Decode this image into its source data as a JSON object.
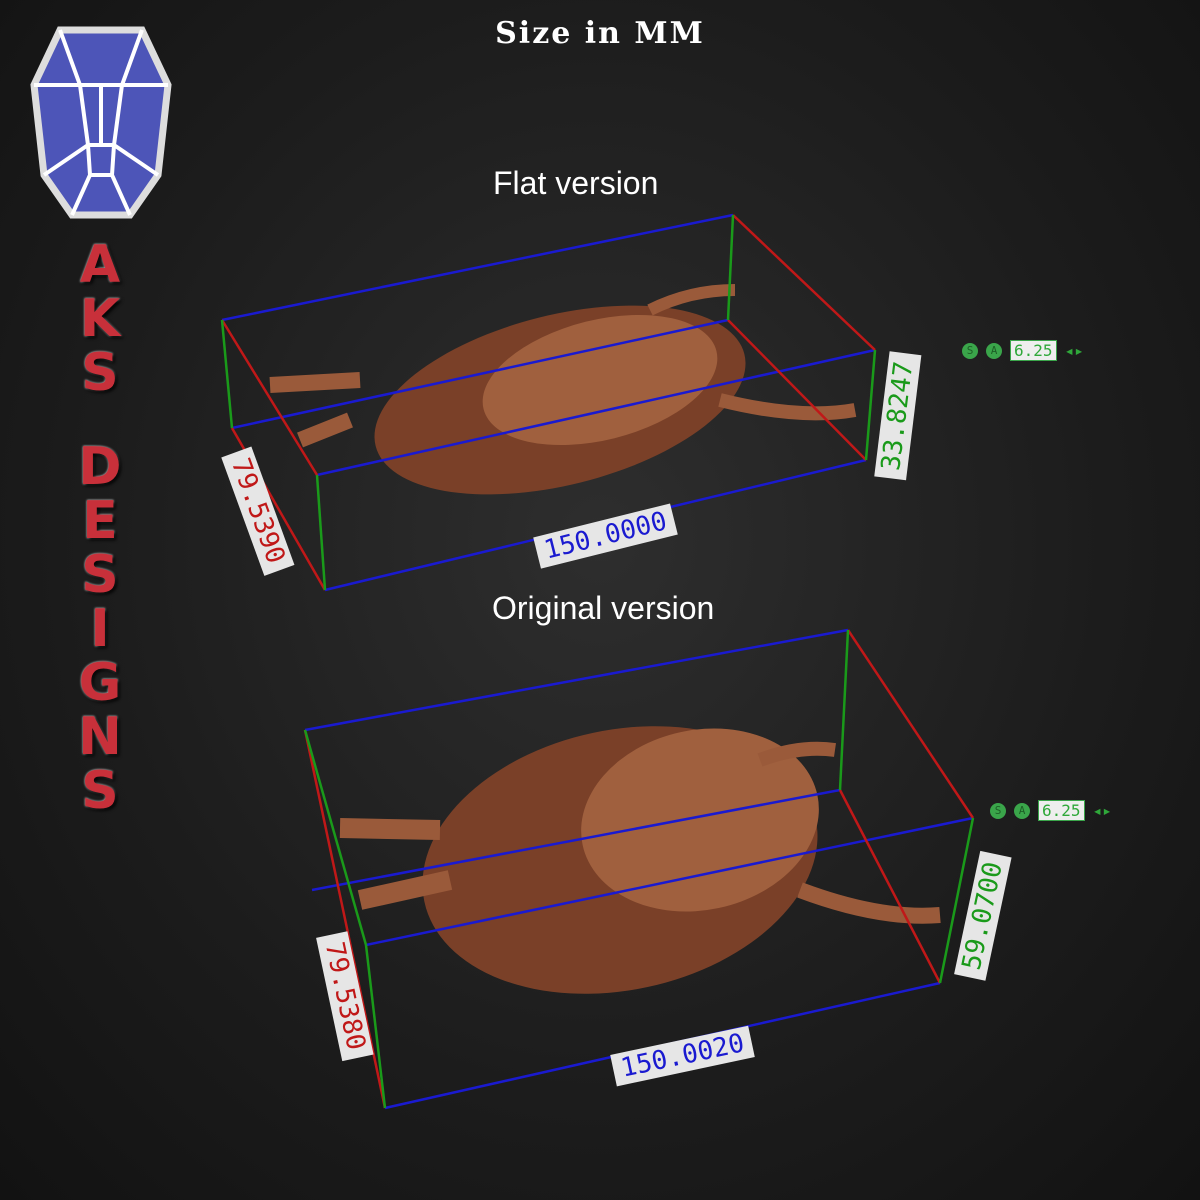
{
  "title": "Size in MM",
  "brand": {
    "letters": [
      "A",
      "K",
      "S",
      " ",
      "D",
      "E",
      "S",
      "I",
      "G",
      "N",
      "S"
    ],
    "logo_text": "AKS DESIGNS"
  },
  "flat": {
    "label": "Flat version",
    "depth": "79.5390",
    "width": "150.0000",
    "height": "33.8247",
    "scale": "6.25",
    "s_icon": "S",
    "a_icon": "A"
  },
  "original": {
    "label": "Original version",
    "depth": "79.5380",
    "width": "150.0020",
    "height": "59.0700",
    "scale": "6.25",
    "s_icon": "S",
    "a_icon": "A"
  },
  "colors": {
    "x_axis": "#1a1ad0",
    "y_axis": "#c01818",
    "z_axis": "#1a9a1a",
    "model": "#8a4a30"
  }
}
